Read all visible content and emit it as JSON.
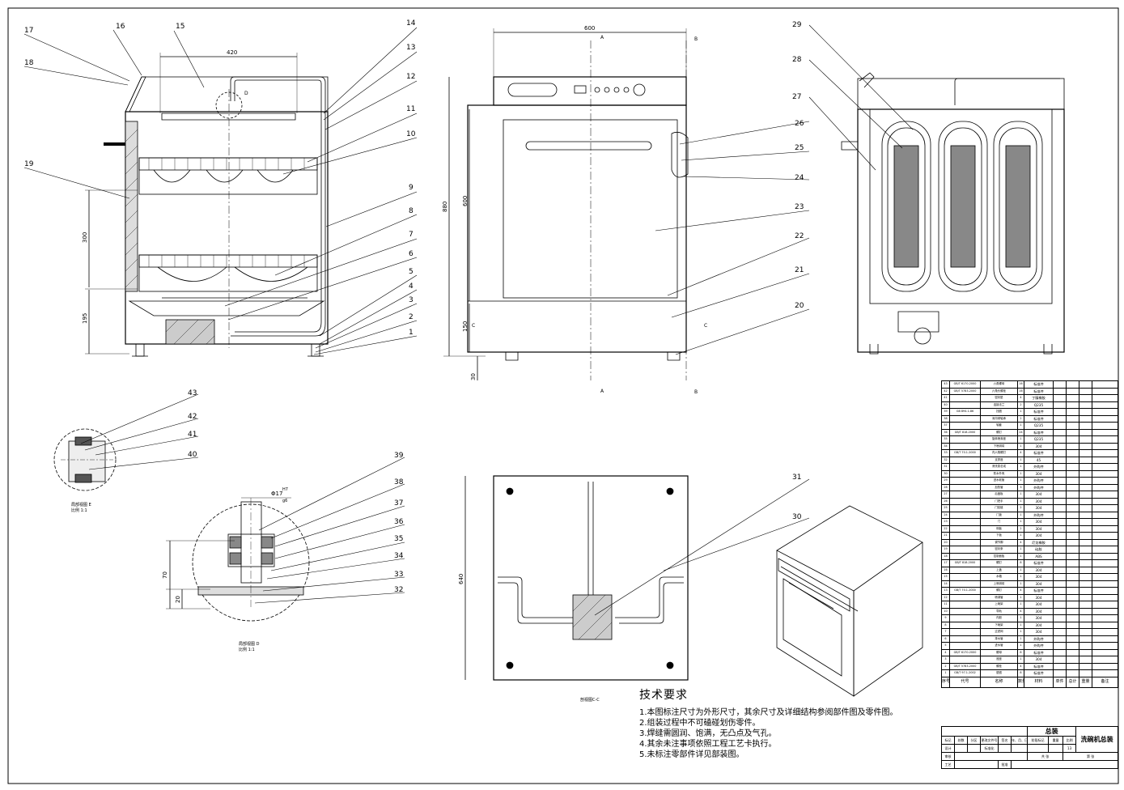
{
  "callouts": {
    "n1": "1",
    "n2": "2",
    "n3": "3",
    "n4": "4",
    "n5": "5",
    "n6": "6",
    "n7": "7",
    "n8": "8",
    "n9": "9",
    "n10": "10",
    "n11": "11",
    "n12": "12",
    "n13": "13",
    "n14": "14",
    "n15": "15",
    "n16": "16",
    "n17": "17",
    "n18": "18",
    "n19": "19",
    "n20": "20",
    "n21": "21",
    "n22": "22",
    "n23": "23",
    "n24": "24",
    "n25": "25",
    "n26": "26",
    "n27": "27",
    "n28": "28",
    "n29": "29",
    "n30": "30",
    "n31": "31",
    "n32": "32",
    "n33": "33",
    "n34": "34",
    "n35": "35",
    "n36": "36",
    "n37": "37",
    "n38": "38",
    "n39": "39",
    "n40": "40",
    "n41": "41",
    "n42": "42",
    "n43": "43"
  },
  "dimensions": {
    "d420": "420",
    "d300": "300",
    "d195": "195",
    "d600w": "600",
    "d880": "880",
    "d600h": "600",
    "d150": "150",
    "d30": "30",
    "d640": "640",
    "d70": "70",
    "d20": "20",
    "fit": "Φ17",
    "fit_upper": "H7",
    "fit_lower": "g6"
  },
  "section_marks": {
    "a": "A",
    "b": "B",
    "c": "C",
    "d": "D"
  },
  "view_labels": {
    "detail_e_title": "局部视图 E",
    "detail_e_scale": "比例 1:1",
    "detail_d_title": "局部视图 D",
    "detail_d_scale": "比例 1:1",
    "section_c": "剖视图C-C"
  },
  "tech_requirements": {
    "title": "技术要求",
    "items": [
      "1.本图标注尺寸为外形尺寸，其余尺寸及详细结构参阅部件图及零件图。",
      "2.组装过程中不可磕碰划伤零件。",
      "3.焊缝需圆润、饱满，无凸点及气孔。",
      "4.其余未注事项依照工程工艺卡执行。",
      "5.未标注零部件详见部装图。"
    ]
  },
  "bom": {
    "rows": [
      {
        "no": "43",
        "code": "GB/T 6170-2000",
        "name": "六角螺母",
        "qty": "16",
        "mat": "标准件"
      },
      {
        "no": "42",
        "code": "GB/T 5783-2000",
        "name": "六角头螺栓",
        "qty": "16",
        "mat": "标准件"
      },
      {
        "no": "41",
        "code": "",
        "name": "密封垫",
        "qty": "4",
        "mat": "丁腈橡胶"
      },
      {
        "no": "40",
        "code": "",
        "name": "连接法兰",
        "qty": "2",
        "mat": "Q235"
      },
      {
        "no": "39",
        "code": "GB 894.1-86",
        "name": "挡圈",
        "qty": "1",
        "mat": "标准件"
      },
      {
        "no": "38",
        "code": "",
        "name": "深沟球轴承",
        "qty": "2",
        "mat": "标准件"
      },
      {
        "no": "37",
        "code": "",
        "name": "轴套",
        "qty": "1",
        "mat": "Q235"
      },
      {
        "no": "36",
        "code": "GB/T 818-2000",
        "name": "螺钉",
        "qty": "24",
        "mat": "标准件"
      },
      {
        "no": "35",
        "code": "",
        "name": "旋转喷淋座",
        "qty": "1",
        "mat": "Q235"
      },
      {
        "no": "34",
        "code": "",
        "name": "下喷淋臂",
        "qty": "1",
        "mat": "304"
      },
      {
        "no": "33",
        "code": "GB/T 70.1-2000",
        "name": "内六角螺钉",
        "qty": "4",
        "mat": "标准件"
      },
      {
        "no": "32",
        "code": "",
        "name": "支撑座",
        "qty": "1",
        "mat": "45"
      },
      {
        "no": "31",
        "code": "",
        "name": "清洗泵总成",
        "qty": "1",
        "mat": "外购件"
      },
      {
        "no": "30",
        "code": "",
        "name": "防水外壳",
        "qty": "1",
        "mat": "304"
      },
      {
        "no": "29",
        "code": "",
        "name": "进水软管",
        "qty": "1",
        "mat": "外购件"
      },
      {
        "no": "28",
        "code": "",
        "name": "加热管",
        "qty": "3",
        "mat": "外购件"
      },
      {
        "no": "27",
        "code": "",
        "name": "后盖板",
        "qty": "1",
        "mat": "304"
      },
      {
        "no": "26",
        "code": "",
        "name": "门把手",
        "qty": "1",
        "mat": "304"
      },
      {
        "no": "25",
        "code": "",
        "name": "门铰链",
        "qty": "2",
        "mat": "304"
      },
      {
        "no": "24",
        "code": "",
        "name": "门锁",
        "qty": "1",
        "mat": "外购件"
      },
      {
        "no": "23",
        "code": "",
        "name": "门",
        "qty": "1",
        "mat": "304"
      },
      {
        "no": "22",
        "code": "",
        "name": "侧板",
        "qty": "2",
        "mat": "304"
      },
      {
        "no": "21",
        "code": "",
        "name": "下板",
        "qty": "1",
        "mat": "304"
      },
      {
        "no": "20",
        "code": "",
        "name": "调节脚",
        "qty": "4",
        "mat": "尼龙橡胶"
      },
      {
        "no": "19",
        "code": "",
        "name": "密封条",
        "qty": "1",
        "mat": "硅胶"
      },
      {
        "no": "18",
        "code": "",
        "name": "控制面板",
        "qty": "1",
        "mat": "ABS"
      },
      {
        "no": "17",
        "code": "GB/T 818-2000",
        "name": "螺钉",
        "qty": "8",
        "mat": "标准件"
      },
      {
        "no": "16",
        "code": "",
        "name": "上盖",
        "qty": "1",
        "mat": "304"
      },
      {
        "no": "15",
        "code": "",
        "name": "水箱",
        "qty": "1",
        "mat": "304"
      },
      {
        "no": "14",
        "code": "",
        "name": "上喷淋臂",
        "qty": "1",
        "mat": "304"
      },
      {
        "no": "13",
        "code": "GB/T 70.1-2000",
        "name": "螺钉",
        "qty": "4",
        "mat": "标准件"
      },
      {
        "no": "12",
        "code": "",
        "name": "喷淋管",
        "qty": "1",
        "mat": "304"
      },
      {
        "no": "11",
        "code": "",
        "name": "上碗架",
        "qty": "1",
        "mat": "304"
      },
      {
        "no": "10",
        "code": "",
        "name": "导轨",
        "qty": "4",
        "mat": "304"
      },
      {
        "no": "9",
        "code": "",
        "name": "内胆",
        "qty": "1",
        "mat": "304"
      },
      {
        "no": "8",
        "code": "",
        "name": "下碗架",
        "qty": "1",
        "mat": "304"
      },
      {
        "no": "7",
        "code": "",
        "name": "过滤网",
        "qty": "1",
        "mat": "304"
      },
      {
        "no": "6",
        "code": "",
        "name": "排水管",
        "qty": "1",
        "mat": "外购件"
      },
      {
        "no": "5",
        "code": "",
        "name": "进水管",
        "qty": "1",
        "mat": "外购件"
      },
      {
        "no": "4",
        "code": "GB/T 6170-2000",
        "name": "螺母",
        "qty": "8",
        "mat": "标准件"
      },
      {
        "no": "3",
        "code": "",
        "name": "底座",
        "qty": "1",
        "mat": "304"
      },
      {
        "no": "2",
        "code": "GB/T 5783-2000",
        "name": "螺栓",
        "qty": "4",
        "mat": "标准件"
      },
      {
        "no": "1",
        "code": "GB/T 97.1-2002",
        "name": "垫圈",
        "qty": "8",
        "mat": "标准件"
      }
    ],
    "header": {
      "no": "序号",
      "code": "代号",
      "name": "名称",
      "qty": "数量",
      "mat": "材料",
      "single": "单件",
      "total": "总计",
      "weight": "重量",
      "note": "备注"
    }
  },
  "title_block": {
    "assembly": "总装",
    "drawing_name": "洗碗机总装",
    "scale_label": "比例",
    "scale": "1:1",
    "weight_label": "重量",
    "stage_label": "阶段标记",
    "designer": "设计",
    "check": "审核",
    "process": "工艺",
    "approve": "批准",
    "sheet_total": "共 张",
    "sheet_no": "第 张",
    "mark": "标记",
    "count": "处数",
    "zone": "分区",
    "change_doc": "更改文件号",
    "sign": "签名",
    "date": "年、月、日",
    "standard": "标准化",
    "sheet_count": "13"
  }
}
